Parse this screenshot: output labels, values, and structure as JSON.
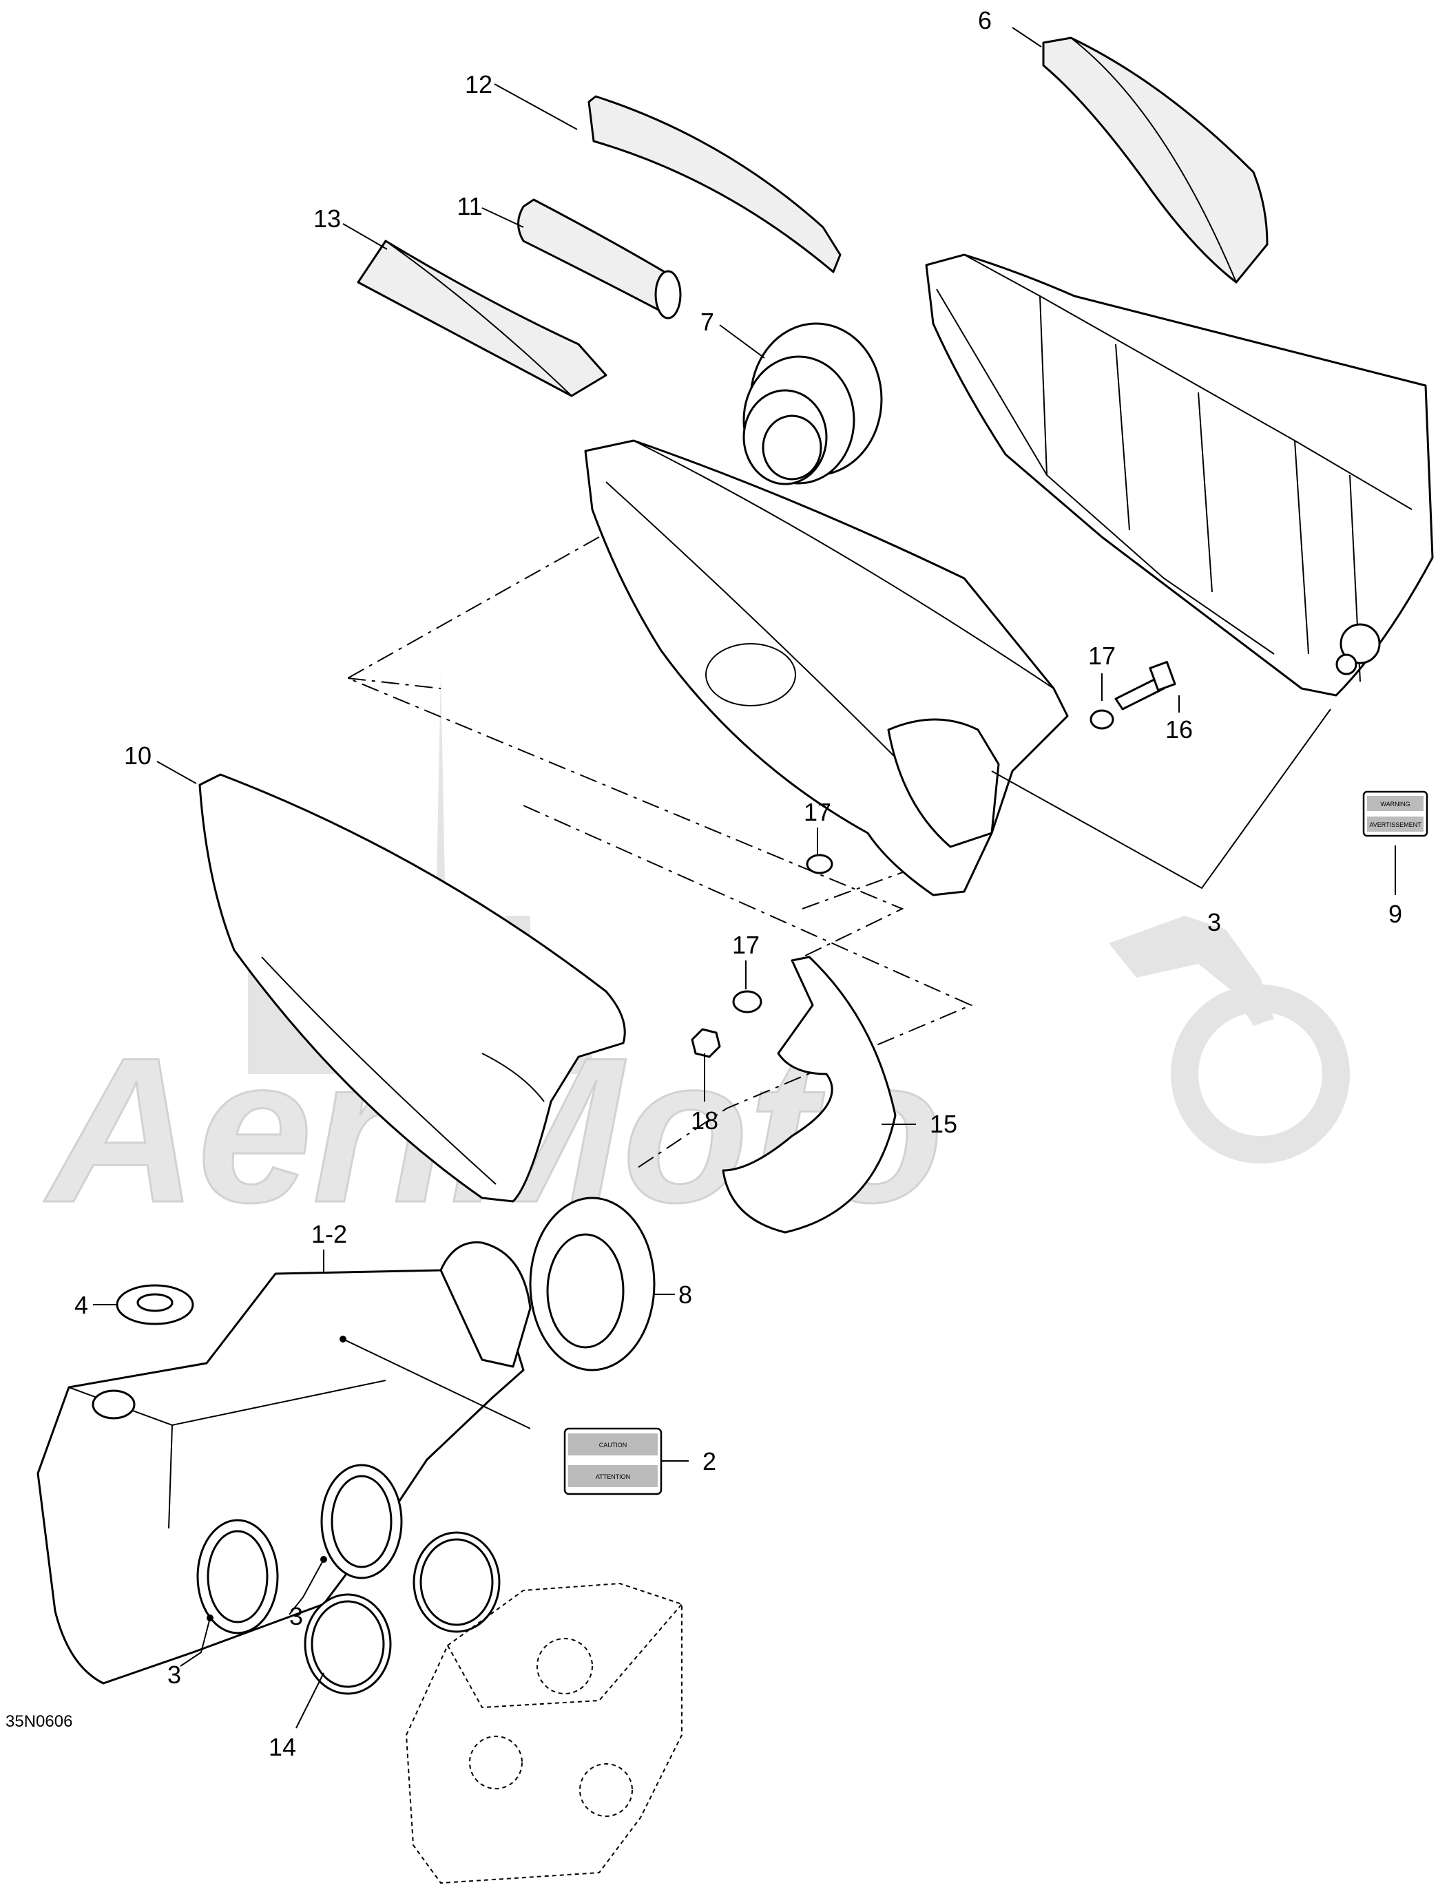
{
  "drawing_code": "35N0606",
  "watermark": {
    "text": "AeriMoto"
  },
  "callouts": [
    {
      "id": "c6",
      "text": "6"
    },
    {
      "id": "c12",
      "text": "12"
    },
    {
      "id": "c11",
      "text": "11"
    },
    {
      "id": "c13",
      "text": "13"
    },
    {
      "id": "c7",
      "text": "7"
    },
    {
      "id": "c17a",
      "text": "17"
    },
    {
      "id": "c16",
      "text": "16"
    },
    {
      "id": "c10",
      "text": "10"
    },
    {
      "id": "c17b",
      "text": "17"
    },
    {
      "id": "c3a",
      "text": "3"
    },
    {
      "id": "c9",
      "text": "9"
    },
    {
      "id": "c17c",
      "text": "17"
    },
    {
      "id": "c18",
      "text": "18"
    },
    {
      "id": "c15",
      "text": "15"
    },
    {
      "id": "c12b",
      "text": "1-2"
    },
    {
      "id": "c4",
      "text": "4"
    },
    {
      "id": "c8",
      "text": "8"
    },
    {
      "id": "c2",
      "text": "2"
    },
    {
      "id": "c3b",
      "text": "3"
    },
    {
      "id": "c3c",
      "text": "3"
    },
    {
      "id": "c14",
      "text": "14"
    }
  ],
  "labels": {
    "caution_label": {
      "line1": "CAUTION",
      "line2": "ATTENTION"
    },
    "label_9": {
      "line1": "WARNING",
      "line2": "AVERTISSEMENT"
    }
  }
}
